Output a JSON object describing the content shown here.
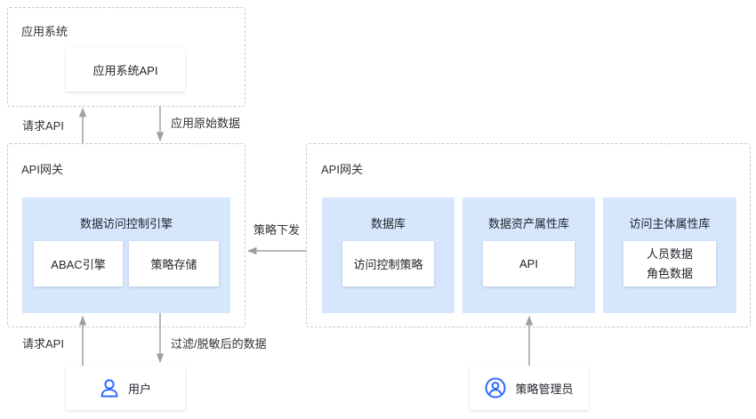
{
  "app_system": {
    "label": "应用系统",
    "api_box": "应用系统API"
  },
  "left_gateway": {
    "label": "API网关",
    "engine_title": "数据访问控制引擎",
    "abac_box": "ABAC引擎",
    "storage_box": "策略存储"
  },
  "right_gateway": {
    "label": "API网关",
    "panels": [
      {
        "title": "数据库",
        "items": [
          "访问控制策略"
        ]
      },
      {
        "title": "数据资产属性库",
        "items": [
          "API"
        ]
      },
      {
        "title": "访问主体属性库",
        "items": [
          "人员数据",
          "角色数据"
        ]
      }
    ]
  },
  "edges": {
    "request_api_top": "请求API",
    "raw_data": "应用原始数据",
    "policy_push": "策略下发",
    "request_api_bottom": "请求API",
    "filtered_data": "过滤/脱敏后的数据"
  },
  "actors": {
    "user": {
      "label": "用户",
      "icon": "user-icon"
    },
    "admin": {
      "label": "策略管理员",
      "icon": "admin-icon"
    }
  },
  "colors": {
    "panel_blue": "#d6e6fd",
    "icon_blue": "#2f6bff",
    "arrow_gray": "#9aa0a6",
    "dashed_border": "#c4c8cf"
  }
}
